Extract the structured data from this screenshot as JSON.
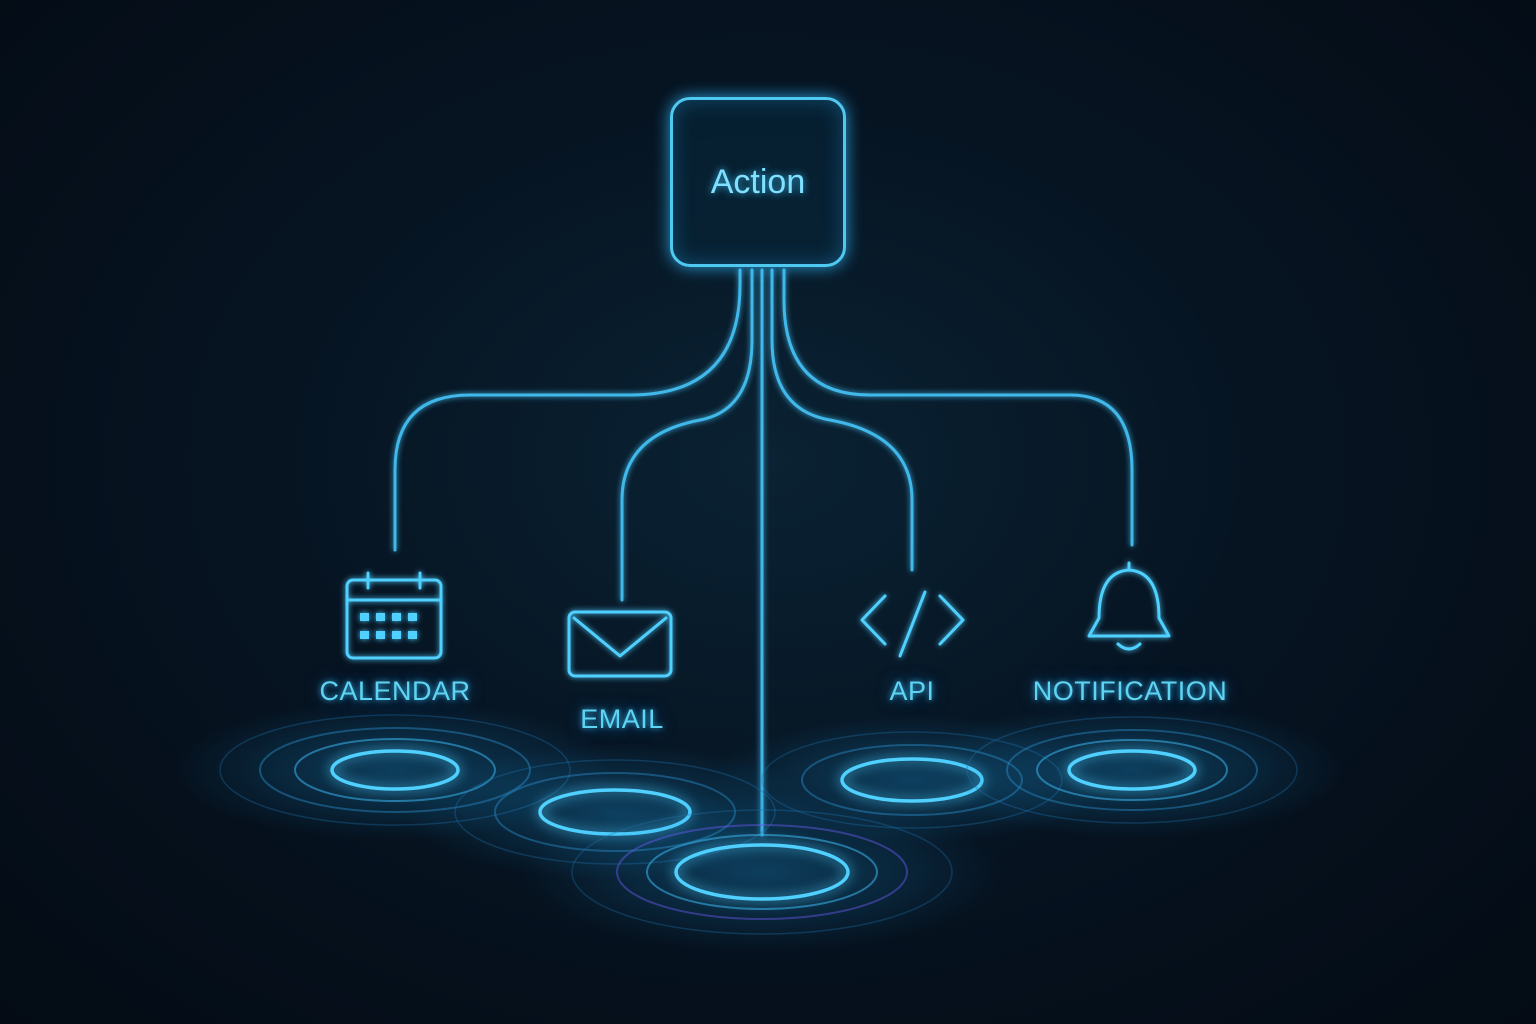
{
  "root": {
    "label": "Action"
  },
  "nodes": [
    {
      "id": "calendar",
      "label": "CALENDAR",
      "icon": "calendar-icon"
    },
    {
      "id": "email",
      "label": "EMAIL",
      "icon": "envelope-icon"
    },
    {
      "id": "center",
      "label": "",
      "icon": ""
    },
    {
      "id": "api",
      "label": "API",
      "icon": "code-brackets-icon"
    },
    {
      "id": "notification",
      "label": "NOTIFICATION",
      "icon": "bell-icon"
    }
  ],
  "colors": {
    "background": "#05101b",
    "line": "#3fb8ea",
    "glow": "#35c6ff",
    "text": "#5fd4f2",
    "accent_purple": "#7a5cff"
  }
}
